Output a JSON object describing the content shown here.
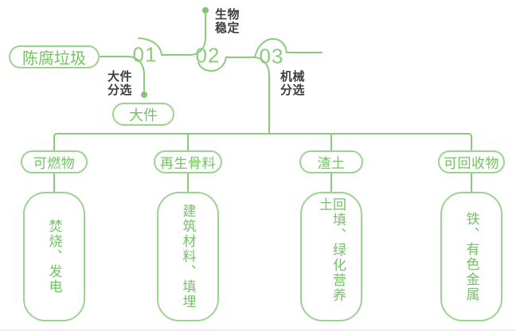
{
  "colors": {
    "line": "#8ccb7e",
    "pill_border": "#9cd390",
    "green_text": "#72c362",
    "number": "#8ccb7e",
    "dark_text": "#3e3e3e",
    "dot": "#7ec76f",
    "edge": "#ededed"
  },
  "source": {
    "label": "陈腐垃圾"
  },
  "steps": [
    {
      "number": "01",
      "label_line1": "大件",
      "label_line2": "分选"
    },
    {
      "number": "02",
      "label_line1": "生物",
      "label_line2": "稳定"
    },
    {
      "number": "03",
      "label_line1": "机械",
      "label_line2": "分选"
    }
  ],
  "bulky_output": {
    "label": "大件"
  },
  "outputs": [
    {
      "category": "可燃物",
      "detail": "焚烧、发电"
    },
    {
      "category": "再生骨料",
      "detail": "建筑材料、填埋"
    },
    {
      "category": "渣土",
      "detail": "回填、绿化营养土"
    },
    {
      "category": "可回收物",
      "detail": "铁、有色金属"
    }
  ]
}
